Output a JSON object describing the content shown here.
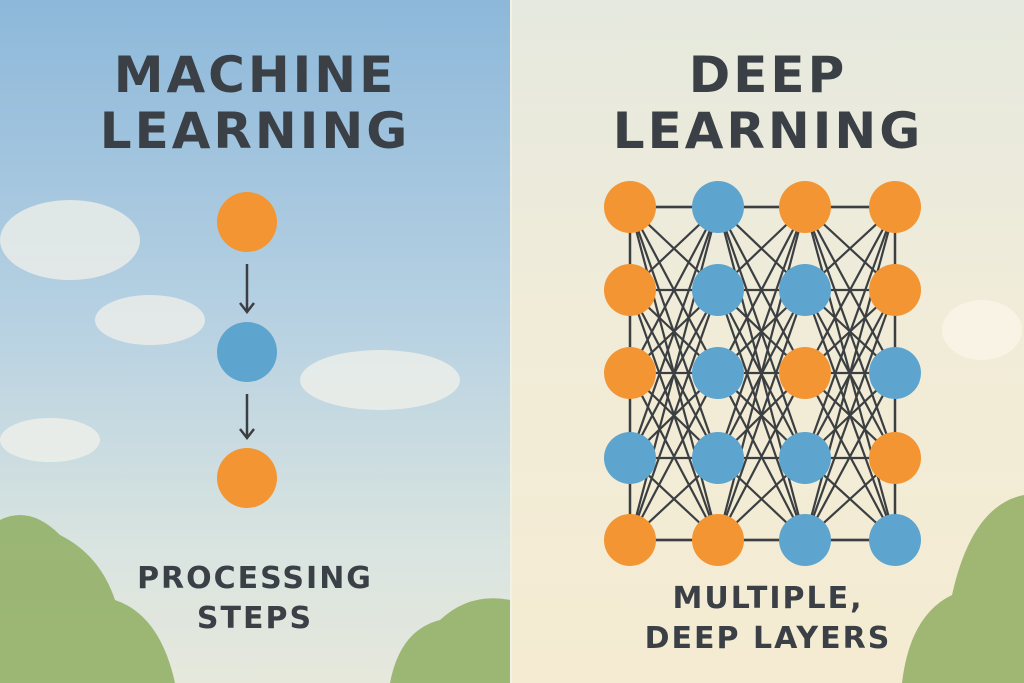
{
  "left_panel": {
    "title_line1": "MACHINE",
    "title_line2": "LEARNING",
    "caption_line1": "PROCESSING",
    "caption_line2": "STEPS",
    "nodes": [
      "orange",
      "blue",
      "orange"
    ]
  },
  "right_panel": {
    "title_line1": "DEEP",
    "title_line2": "LEARNING",
    "caption_line1": "MULTIPLE,",
    "caption_line2": "DEEP LAYERS",
    "grid": [
      [
        "orange",
        "blue",
        "orange",
        "orange"
      ],
      [
        "orange",
        "blue",
        "blue",
        "orange"
      ],
      [
        "orange",
        "blue",
        "orange",
        "blue"
      ],
      [
        "blue",
        "blue",
        "blue",
        "orange"
      ],
      [
        "orange",
        "orange",
        "blue",
        "blue"
      ]
    ]
  },
  "colors": {
    "orange": "#F39533",
    "blue": "#5DA5CE",
    "line": "#3b3f42"
  }
}
